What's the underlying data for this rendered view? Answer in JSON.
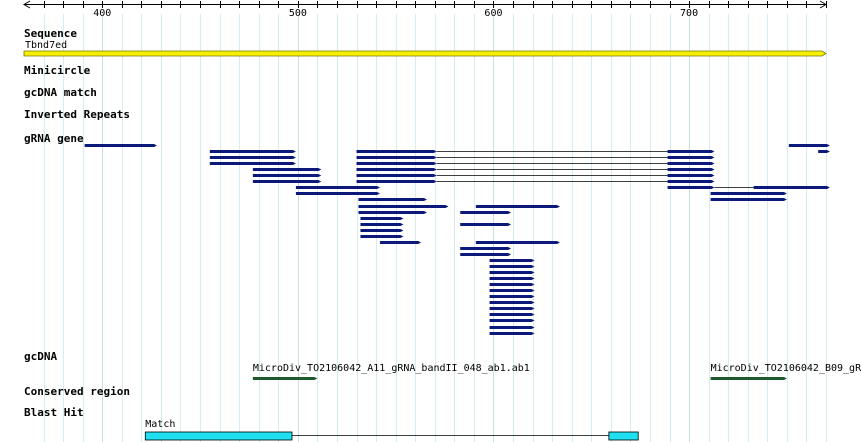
{
  "ruler": {
    "start": 360,
    "end": 770,
    "ticks": [
      "400",
      "500",
      "600",
      "700"
    ]
  },
  "tracks": {
    "sequence": "Sequence",
    "minicircle": "Minicircle",
    "gcdna_match": "gcDNA match",
    "inverted_repeats": "Inverted Repeats",
    "grna_gene": "gRNA gene",
    "gcdna": "gcDNA",
    "conserved_region": "Conserved region",
    "blast_hit": "Blast Hit"
  },
  "sequence": {
    "name": "Tbnd7ed",
    "color": "#f4f000"
  },
  "colors": {
    "grna": "#0b1a7a",
    "gcdna": "#1e5a2e",
    "blast": "#1ee0f0",
    "grid": "#d6ecf2"
  },
  "grna_rows": [
    [
      {
        "s": 391,
        "e": 428
      },
      {
        "s": 751,
        "e": 772
      }
    ],
    [
      {
        "s": 455,
        "e": 499
      },
      {
        "s": 530,
        "e": 571,
        "join": true
      },
      {
        "s": 689,
        "e": 713
      },
      {
        "s": 766,
        "e": 772
      }
    ],
    [
      {
        "s": 455,
        "e": 499
      },
      {
        "s": 530,
        "e": 571,
        "join": true
      },
      {
        "s": 689,
        "e": 713
      }
    ],
    [
      {
        "s": 455,
        "e": 499
      },
      {
        "s": 530,
        "e": 571,
        "join": true
      },
      {
        "s": 689,
        "e": 713
      }
    ],
    [
      {
        "s": 477,
        "e": 512
      },
      {
        "s": 530,
        "e": 571,
        "join": true
      },
      {
        "s": 689,
        "e": 713
      }
    ],
    [
      {
        "s": 477,
        "e": 512
      },
      {
        "s": 530,
        "e": 571,
        "join": true
      },
      {
        "s": 689,
        "e": 713
      }
    ],
    [
      {
        "s": 477,
        "e": 512
      },
      {
        "s": 530,
        "e": 571,
        "join": true
      },
      {
        "s": 689,
        "e": 713
      }
    ],
    [
      {
        "s": 499,
        "e": 542
      },
      {
        "s": 689,
        "e": 772,
        "join": true,
        "mid_s": 713,
        "mid_e": 733
      }
    ],
    [
      {
        "s": 499,
        "e": 542
      },
      {
        "s": 711,
        "e": 750
      }
    ],
    [
      {
        "s": 531,
        "e": 566
      },
      {
        "s": 711,
        "e": 750
      }
    ],
    [
      {
        "s": 531,
        "e": 577
      },
      {
        "s": 591,
        "e": 634
      }
    ],
    [
      {
        "s": 531,
        "e": 566
      },
      {
        "s": 583,
        "e": 609
      }
    ],
    [
      {
        "s": 532,
        "e": 554
      }
    ],
    [
      {
        "s": 532,
        "e": 554
      },
      {
        "s": 583,
        "e": 609
      }
    ],
    [
      {
        "s": 532,
        "e": 554
      }
    ],
    [
      {
        "s": 532,
        "e": 554
      }
    ],
    [
      {
        "s": 542,
        "e": 563
      },
      {
        "s": 591,
        "e": 634
      }
    ],
    [
      {
        "s": 583,
        "e": 609
      }
    ],
    [
      {
        "s": 583,
        "e": 609
      }
    ],
    [
      {
        "s": 598,
        "e": 621
      }
    ],
    [
      {
        "s": 598,
        "e": 621
      }
    ],
    [
      {
        "s": 598,
        "e": 621
      }
    ],
    [
      {
        "s": 598,
        "e": 621
      }
    ],
    [
      {
        "s": 598,
        "e": 621
      }
    ],
    [
      {
        "s": 598,
        "e": 621
      }
    ],
    [
      {
        "s": 598,
        "e": 621
      }
    ],
    [
      {
        "s": 598,
        "e": 621
      }
    ],
    [
      {
        "s": 598,
        "e": 621
      }
    ],
    [
      {
        "s": 598,
        "e": 621
      }
    ],
    [
      {
        "s": 598,
        "e": 621
      }
    ],
    [
      {
        "s": 598,
        "e": 621
      }
    ],
    [
      {
        "s": 598,
        "e": 621
      }
    ]
  ],
  "gcdna_features": [
    {
      "label": "MicroDiv_TO2106042_A11_gRNA_bandII_048_ab1.ab1",
      "s": 477,
      "e": 510
    },
    {
      "label": "MicroDiv_TO2106042_B09_gR",
      "s": 711,
      "e": 750
    }
  ],
  "blast": {
    "label": "Match",
    "blocks": [
      {
        "s": 422,
        "e": 497
      },
      {
        "s": 659,
        "e": 674
      }
    ]
  }
}
